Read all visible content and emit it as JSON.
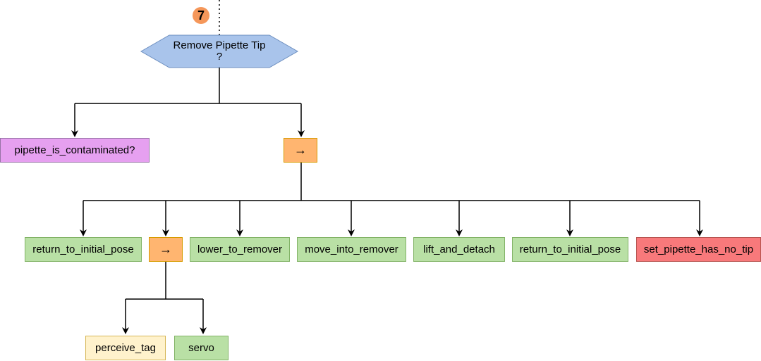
{
  "badge": "7",
  "root": {
    "label": "Remove Pipette Tip",
    "symbol": "?"
  },
  "nodes": {
    "contaminated": "pipette_is_contaminated?",
    "seq_main": "→",
    "return_initial_1": "return_to_initial_pose",
    "seq_sub": "→",
    "lower": "lower_to_remover",
    "move_into": "move_into_remover",
    "lift": "lift_and_detach",
    "return_initial_2": "return_to_initial_pose",
    "set_no_tip": "set_pipette_has_no_tip",
    "perceive": "perceive_tag",
    "servo": "servo"
  },
  "colors": {
    "condition": "#e6a0f0",
    "sequence": "#ffb570",
    "action": "#b9e0a5",
    "perception": "#fff2cc",
    "state_update": "#f8797b",
    "fallback": "#a9c4eb"
  }
}
